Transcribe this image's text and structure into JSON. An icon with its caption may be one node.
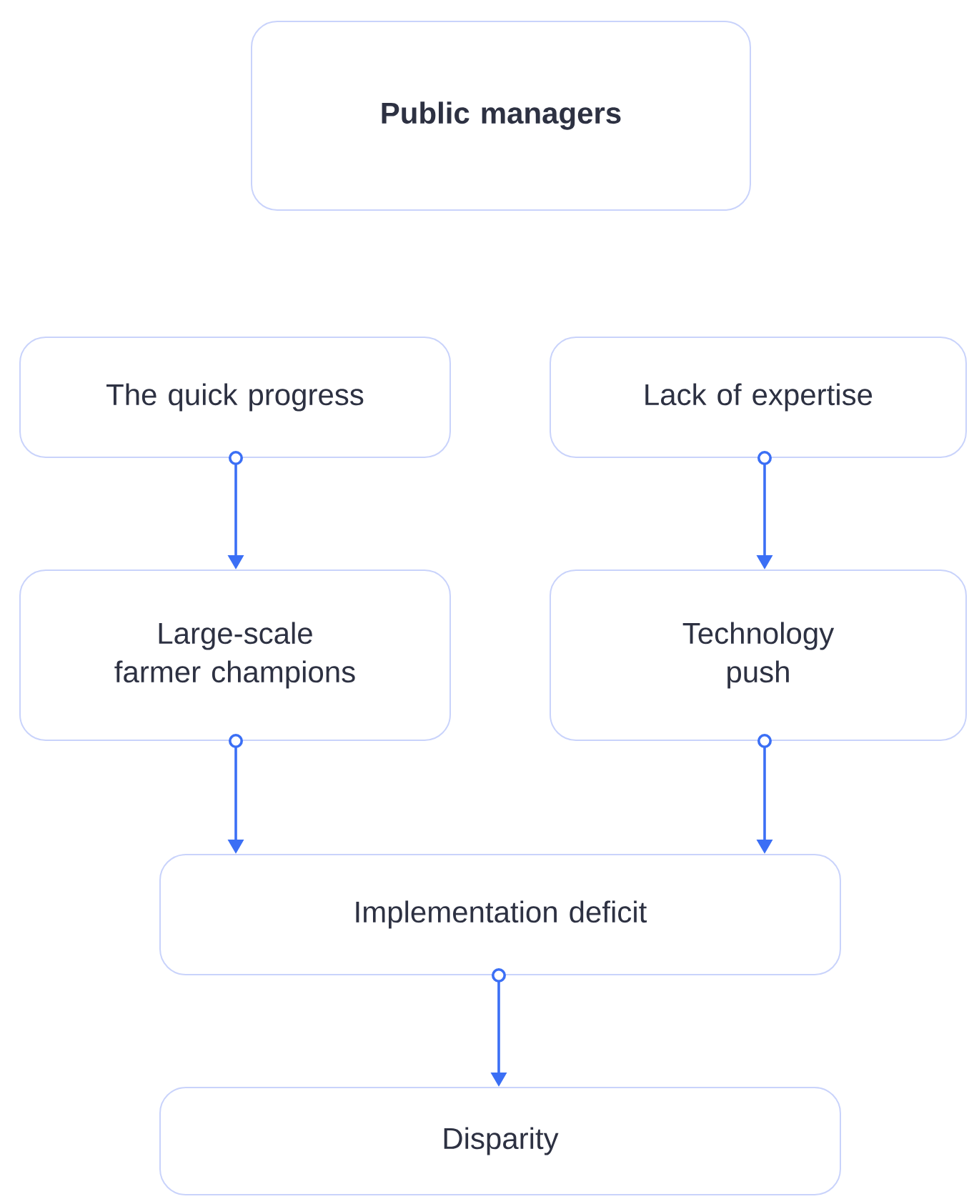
{
  "diagram": {
    "nodes": [
      {
        "text": [
          "Public managers"
        ]
      },
      {
        "text": [
          "The quick progress"
        ]
      },
      {
        "text": [
          "Lack of expertise"
        ]
      },
      {
        "text": [
          "Large-scale farmer champions"
        ]
      },
      {
        "text": [
          "Technology push"
        ]
      },
      {
        "text": [
          "Implementation deficit"
        ]
      },
      {
        "text": [
          "Disparity"
        ]
      }
    ],
    "edges": [
      {
        "from": 1,
        "to": 3,
        "arrow": "to"
      },
      {
        "from": 2,
        "to": 4,
        "arrow": "to"
      },
      {
        "from": 3,
        "to": 5,
        "arrow": "to"
      },
      {
        "from": 4,
        "to": 5,
        "arrow": "to"
      },
      {
        "from": 5,
        "to": 6,
        "arrow": "to"
      }
    ]
  }
}
